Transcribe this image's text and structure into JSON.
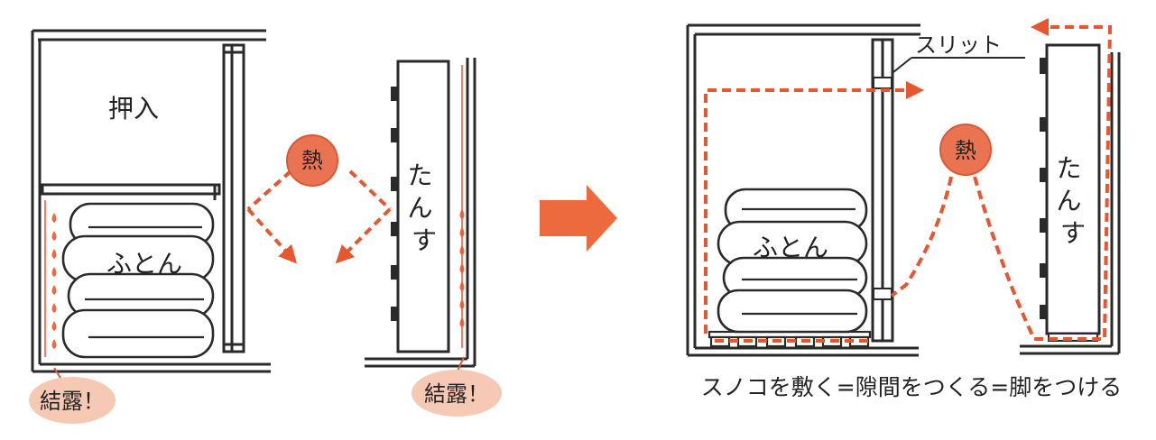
{
  "left": {
    "closet_label": "押入",
    "futon_label": "ふとん",
    "dresser_label": "たんす",
    "heat_label": "熱",
    "condensation_label_1": "結露！",
    "condensation_label_2": "結露！"
  },
  "right": {
    "slit_label": "スリット",
    "futon_label": "ふとん",
    "dresser_label": "たんす",
    "heat_label": "熱"
  },
  "caption": "スノコを敷く=隙間をつくる=脚をつける",
  "colors": {
    "line": "#2a2a2a",
    "heat_fill": "#ea7452",
    "dash": "#e8552f",
    "drop": "#ee6a42",
    "bubble_fill": "#f6c9b4",
    "arrow": "#ec6a3d"
  }
}
